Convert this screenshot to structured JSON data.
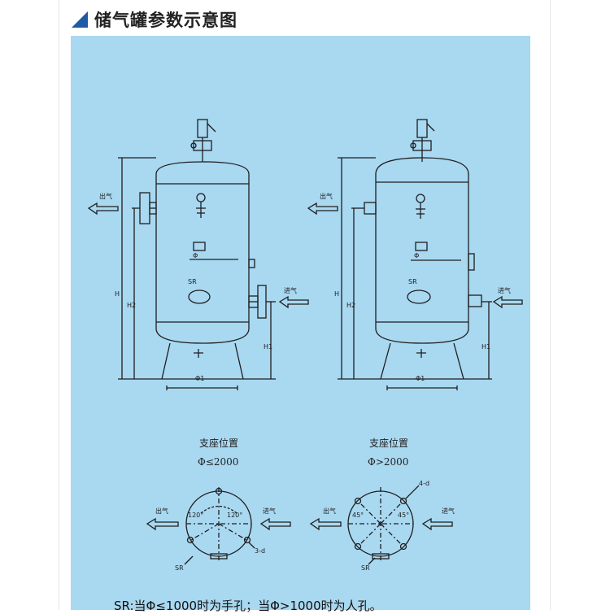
{
  "header": {
    "title": "储气罐参数示意图"
  },
  "labels": {
    "outlet": "出气",
    "inlet": "进气",
    "H": "H",
    "H1": "H1",
    "H2": "H2",
    "phi": "Φ",
    "phi1": "Φ1",
    "sr": "SR",
    "support_title": "支座位置",
    "cond_small": "Φ≤2000",
    "cond_large": "Φ>2000",
    "angle_120": "120°",
    "angle_45": "45°",
    "holes_3": "3-d",
    "holes_4": "4-d"
  },
  "footer": {
    "note": "SR:当Φ≤1000时为手孔；当Φ>1000时为人孔。"
  },
  "colors": {
    "panel": "#a9d8f1",
    "accent": "#1f5aa8",
    "line": "#1e1e1e"
  }
}
